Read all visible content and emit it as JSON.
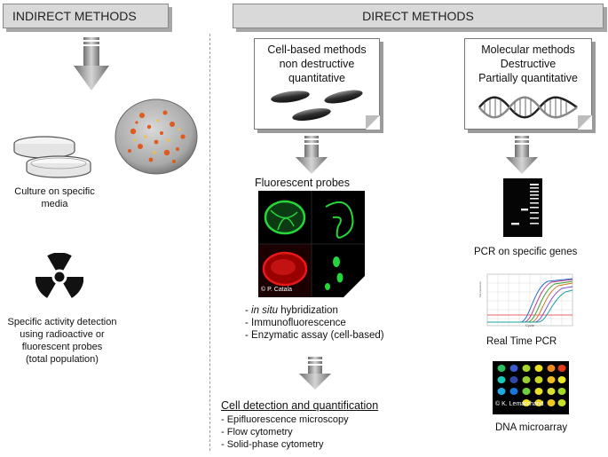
{
  "headers": {
    "indirect": "INDIRECT METHODS",
    "direct": "DIRECT METHODS"
  },
  "indirect": {
    "culture_caption": [
      "Culture on specific",
      "media"
    ],
    "activity_caption": [
      "Specific activity detection",
      "using radioactive or",
      "fluorescent probes",
      "(total population)"
    ]
  },
  "cell_based": {
    "box": [
      "Cell-based methods",
      "non destructive",
      "quantitative"
    ],
    "probes_title": "Fluorescent probes",
    "credit": "© P. Catala",
    "methods": {
      "item1_italic": "in situ",
      "item1_rest": " hybridization",
      "item2": "- Immunofluorescence",
      "item3": "- Enzymatic assay (cell-based)"
    },
    "detection_title": "Cell detection and quantification",
    "detection_items": [
      "- Epifluorescence microscopy",
      "- Flow cytometry",
      "- Solid-phase cytometry"
    ]
  },
  "molecular": {
    "box": [
      "Molecular methods",
      "Destructive",
      "Partially quantitative"
    ],
    "pcr_caption": "PCR on specific genes",
    "qpcr_caption": "Real Time PCR",
    "qpcr_xlabel": "Cycle",
    "array_credit": "© K. Lemarchand",
    "array_caption": "DNA microarray"
  },
  "colors": {
    "header_bg": "#d9d9d9",
    "arrow": "#8c8c8c",
    "fluor_green": "#25d63a",
    "fluor_red": "#e81818"
  }
}
